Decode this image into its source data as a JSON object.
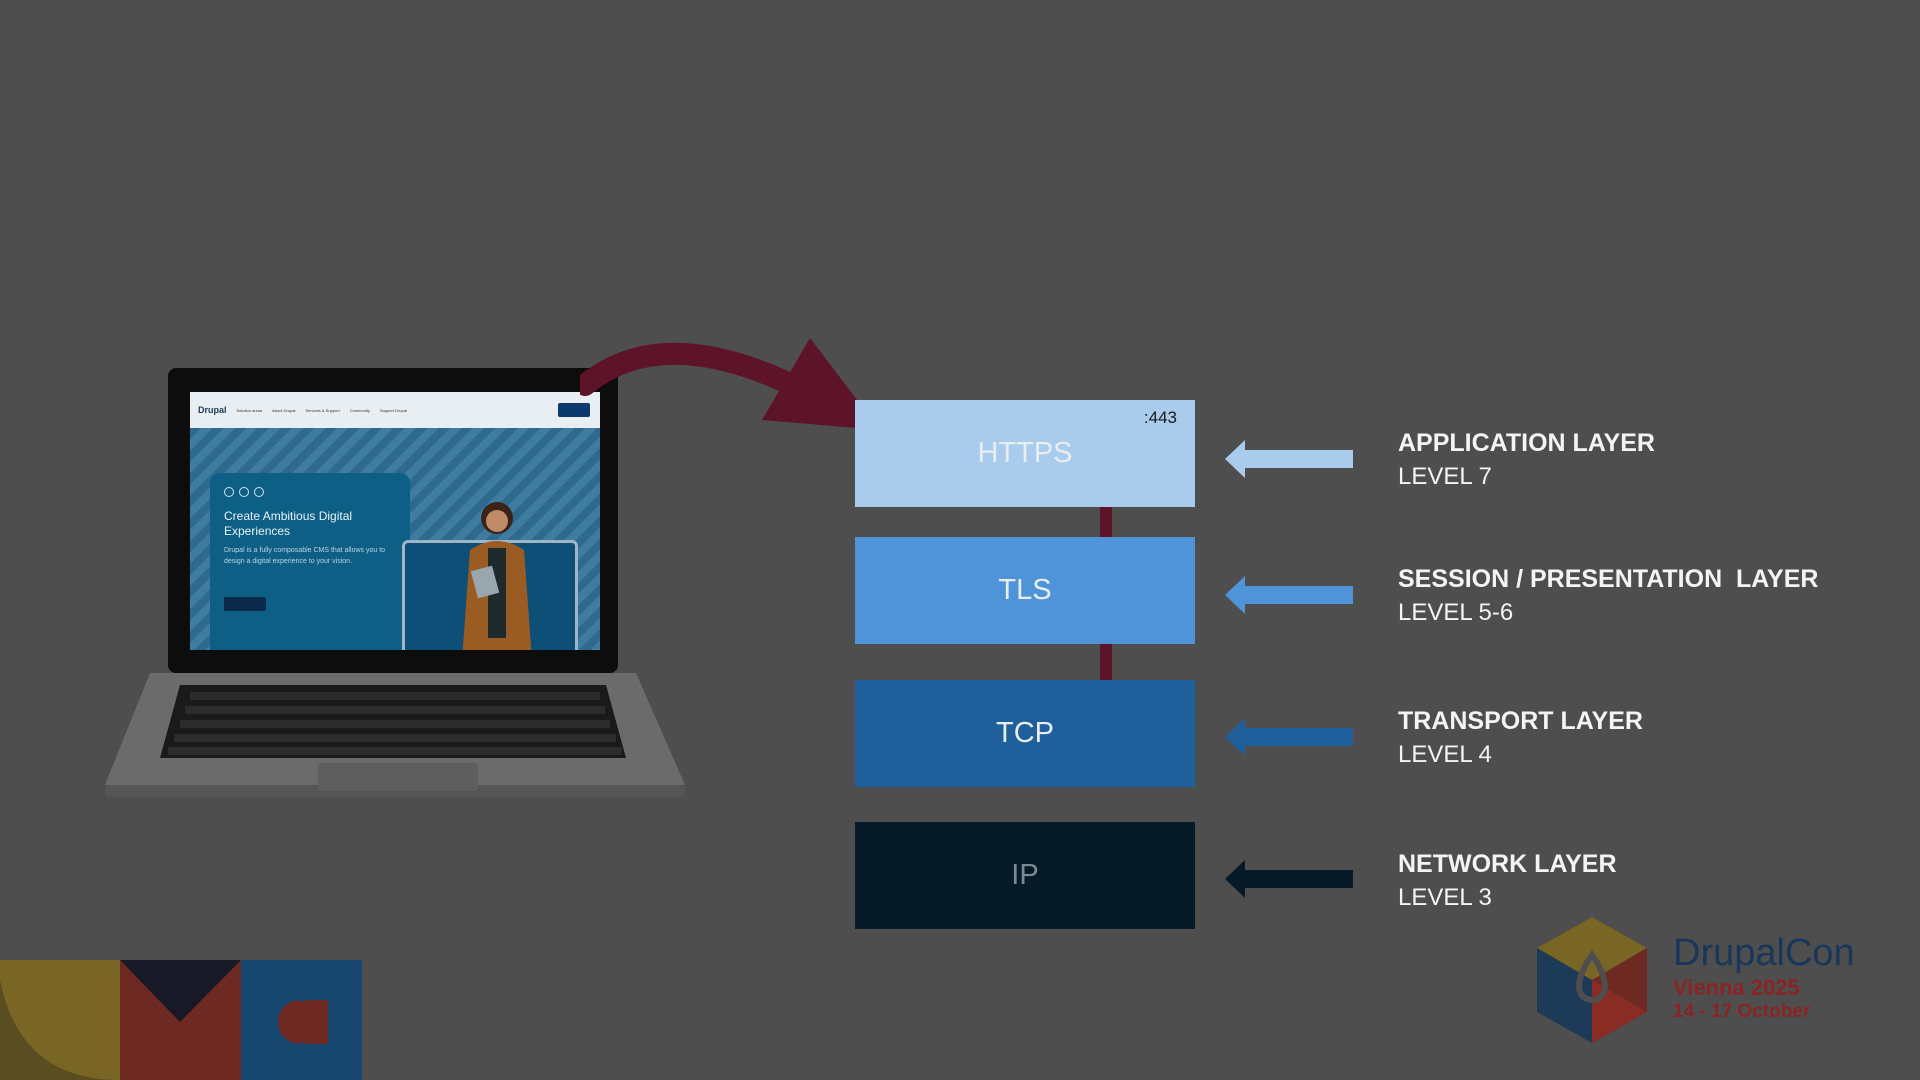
{
  "diagram": {
    "layers": [
      {
        "box": "HTTPS",
        "port": ":443",
        "name": "APPLICATION LAYER",
        "level": "LEVEL 7",
        "color": "#a9cbec"
      },
      {
        "box": "TLS",
        "name": "SESSION / PRESENTATION  LAYER",
        "level": "LEVEL 5-6",
        "color": "#4f93d8"
      },
      {
        "box": "TCP",
        "name": "TRANSPORT LAYER",
        "level": "LEVEL 4",
        "color": "#1f5f9c"
      },
      {
        "box": "IP",
        "name": "NETWORK LAYER",
        "level": "LEVEL 3",
        "color": "#071a28"
      }
    ],
    "connector_color": "#5e1428",
    "arrow_color": "#5e1428"
  },
  "laptop_screen": {
    "logo": "Drupal",
    "nav_items": [
      "Solution areas",
      "About Drupal",
      "Services & Support",
      "Community",
      "Support Drupal"
    ],
    "hero_title": "Create Ambitious Digital Experiences",
    "hero_text": "Drupal is a fully composable CMS that allows you to design a digital experience to your vision."
  },
  "logo": {
    "name": "DrupalCon",
    "city": "Vienna 2025",
    "dates": "14 - 17 October"
  },
  "background": "#4e4e4e"
}
